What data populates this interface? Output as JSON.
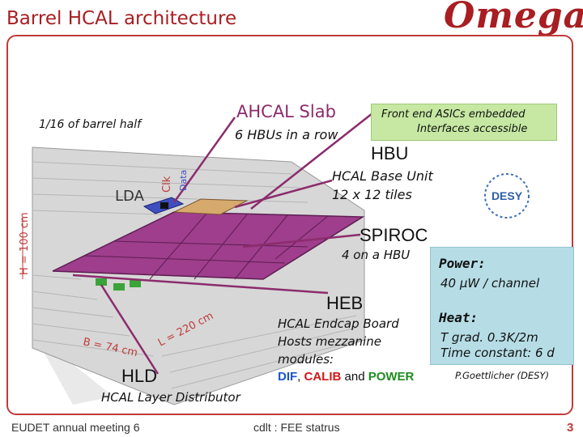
{
  "header": {
    "title": "Barrel HCAL architecture",
    "logo_text": "Omega"
  },
  "labels": {
    "barrel_half": "1/16 of barrel half",
    "ahcal_slab": "AHCAL Slab",
    "hbus_in_row": "6 HBUs in a row",
    "asics_line1": "Front end ASICs embedded",
    "asics_line2": "Interfaces accessible",
    "hbu": "HBU",
    "hbu_desc1": "HCAL Base Unit",
    "hbu_desc2": "12 x 12 tiles",
    "desy": "DESY",
    "spiroc": "SPIROC",
    "spiroc_count": "4 on a HBU",
    "power_title": "Power:",
    "power_value": "40 µW / channel",
    "heb": "HEB",
    "heb_desc1": "HCAL Endcap Board",
    "heb_desc2": "Hosts mezzanine",
    "heb_desc3": "modules:",
    "dif": "DIF",
    "comma": ",",
    "calib": "CALIB",
    "and": "and",
    "power_module": "POWER",
    "heat_title": "Heat:",
    "heat_value1": "T grad. 0.3K/2m",
    "heat_value2": "Time constant: 6 d",
    "credit": "P.Goettlicher (DESY)",
    "hld": "HLD",
    "hld_desc": "HCAL Layer Distributor",
    "lda": "LDA",
    "clk": "Clk",
    "data": "Data",
    "height_label": "H = 100 cm",
    "b_label": "B = 74 cm",
    "l_label": "L = 220 cm"
  },
  "footer": {
    "left": "EUDET annual meeting 6",
    "center": "cdlt : FEE statrus",
    "page": "3"
  },
  "colors": {
    "title": "#a81e22",
    "frame": "#c03a3a",
    "pointer_lines": "#8b2c6c",
    "green_box": "#c6e8a2",
    "blue_box": "#b6dde6",
    "slab": "#8a2f78",
    "dif": "#1a56c9",
    "calib": "#d01818",
    "power": "#1e8c1e"
  }
}
